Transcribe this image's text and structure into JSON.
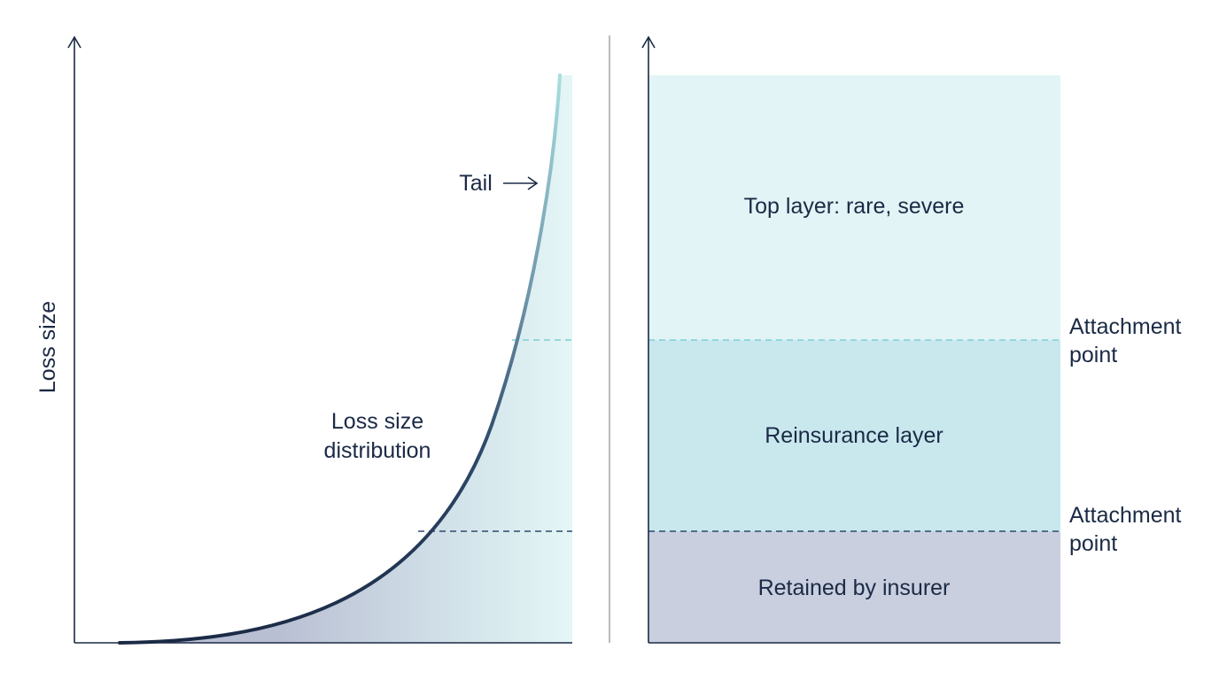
{
  "colors": {
    "ink": "#1b2a45",
    "tail_teal": "#a8dede",
    "top_layer_fill": "#e2f4f5",
    "reinsurance_fill": "#c8e8ee",
    "retained_fill": "#c9cfdf",
    "upper_attachment_line": "#7fd0cf",
    "lower_attachment_line": "#2e4a6b",
    "divider": "#9aa0a6"
  },
  "left_panel": {
    "y_axis_label": "Loss size",
    "curve_label_line1": "Loss size",
    "curve_label_line2": "distribution",
    "tail_label": "Tail",
    "tail_arrow_icon": "right-arrow-icon"
  },
  "right_panel": {
    "layers": [
      {
        "label": "Top layer: rare, severe"
      },
      {
        "label": "Reinsurance layer"
      },
      {
        "label": "Retained by insurer"
      }
    ],
    "attachment_points": [
      {
        "line1": "Attachment",
        "line2": "point"
      },
      {
        "line1": "Attachment",
        "line2": "point"
      }
    ]
  }
}
